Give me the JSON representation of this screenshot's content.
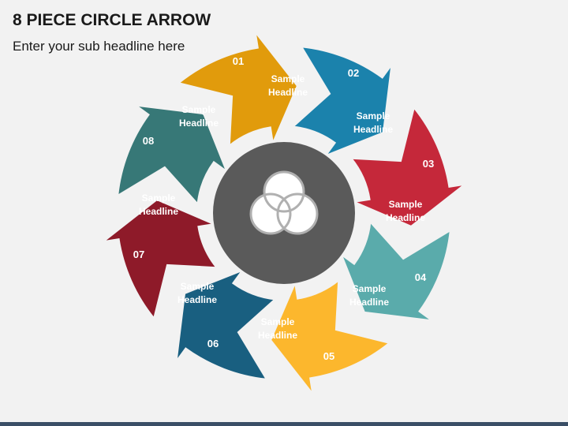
{
  "header": {
    "title": "8 PIECE CIRCLE ARROW",
    "subtitle": "Enter your sub headline here"
  },
  "center": {
    "icon": "venn-three-circles-icon",
    "color": "#5a5a5a",
    "stroke": "#b0b0b0"
  },
  "segments": [
    {
      "number": "01",
      "line1": "Sample",
      "line2": "Headline",
      "color": "#1b82ac"
    },
    {
      "number": "02",
      "line1": "Sample",
      "line2": "Headline",
      "color": "#c5283a"
    },
    {
      "number": "03",
      "line1": "Sample",
      "line2": "Headline",
      "color": "#5aabab"
    },
    {
      "number": "04",
      "line1": "Sample",
      "line2": "Headline",
      "color": "#fcb72d"
    },
    {
      "number": "05",
      "line1": "Sample",
      "line2": "Headline",
      "color": "#195f80"
    },
    {
      "number": "06",
      "line1": "Sample",
      "line2": "Headline",
      "color": "#8e1a29"
    },
    {
      "number": "07",
      "line1": "Sample",
      "line2": "Headline",
      "color": "#377877"
    },
    {
      "number": "08",
      "line1": "Sample",
      "line2": "Headline",
      "color": "#e19b0c"
    }
  ]
}
